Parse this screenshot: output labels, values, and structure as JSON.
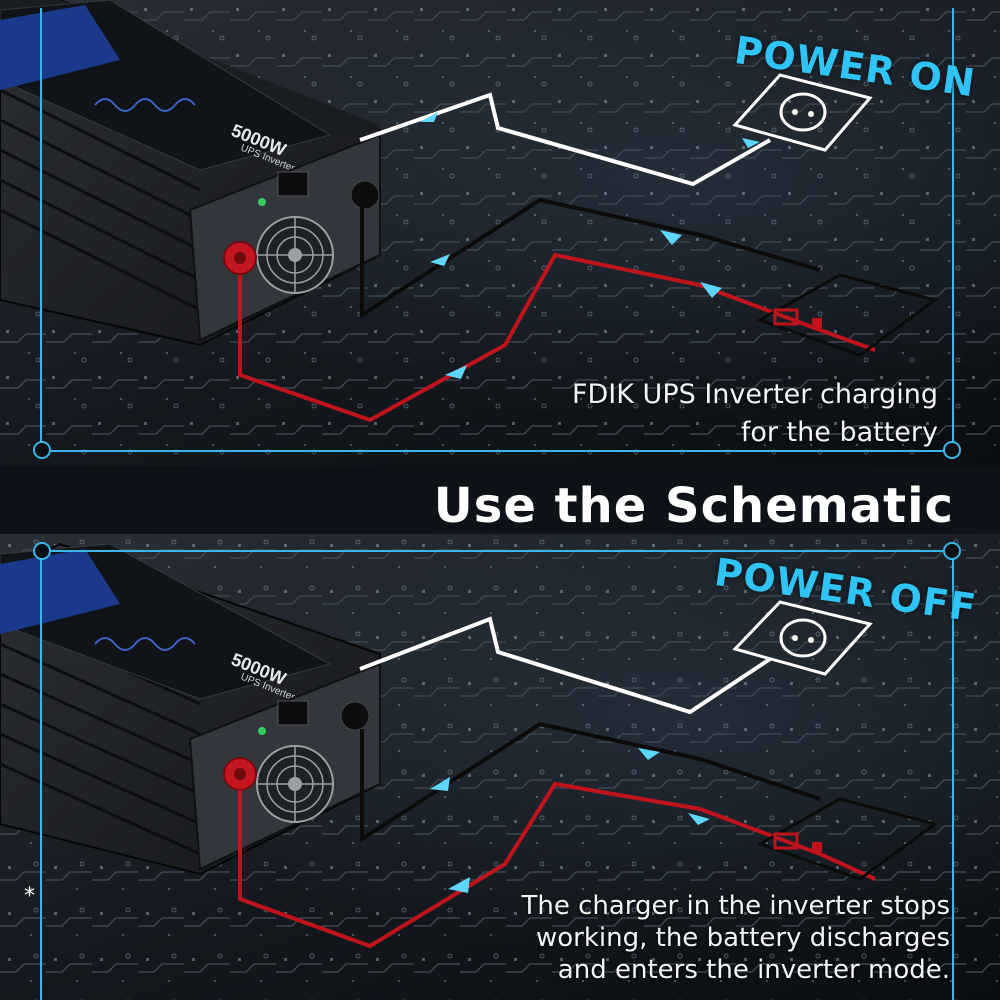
{
  "top_panel": {
    "status_label": "POWER ON",
    "caption_lines": [
      "FDIK UPS Inverter charging",
      "for the battery"
    ],
    "device_label": "5000W",
    "device_sublabel": "UPS Inverter"
  },
  "divider": {
    "title": "Use the Schematic"
  },
  "bottom_panel": {
    "status_label": "POWER OFF",
    "caption_lines": [
      "The charger in the inverter stops",
      "working, the battery discharges",
      "and enters the inverter mode."
    ],
    "device_label": "5000W",
    "device_sublabel": "UPS Inverter",
    "footnote_mark": "*"
  },
  "colors": {
    "accent": "#3ab7e8",
    "label": "#2fc4f5",
    "wire_ac": "#ffffff",
    "wire_positive": "#c0141c",
    "wire_negative": "#111111",
    "flow_arrow": "#5fd6ff"
  }
}
